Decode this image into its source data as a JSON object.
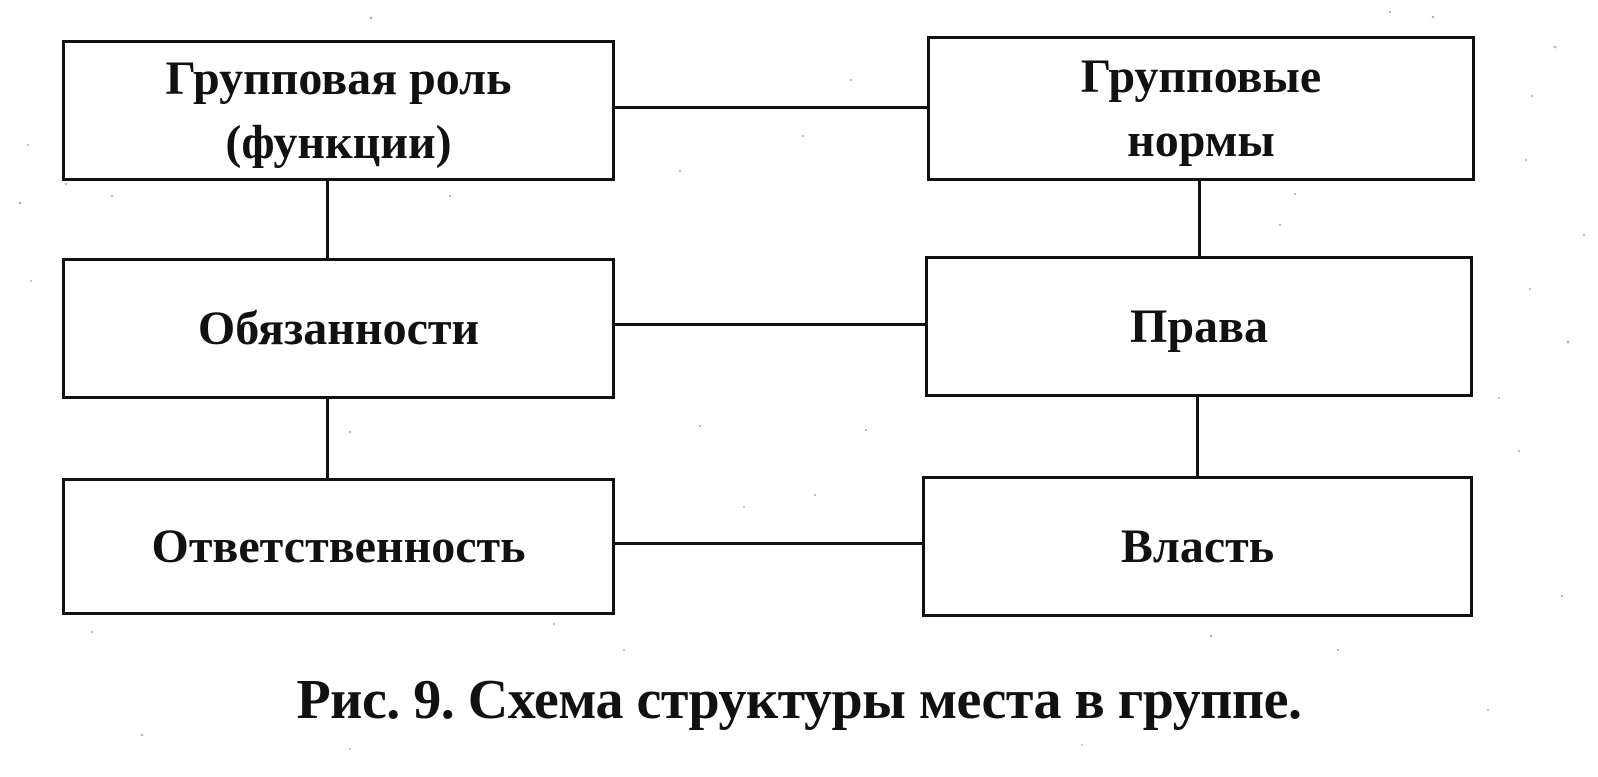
{
  "figure": {
    "boxes": {
      "group_role": "Групповая роль\n(функции)",
      "group_norms": "Групповые\nнормы",
      "duties": "Обязанности",
      "rights": "Права",
      "responsibility": "Ответственность",
      "power": "Власть"
    },
    "caption": "Рис. 9. Схема структуры места в группе."
  },
  "colors": {
    "ink": "#111111",
    "paper": "#ffffff"
  }
}
